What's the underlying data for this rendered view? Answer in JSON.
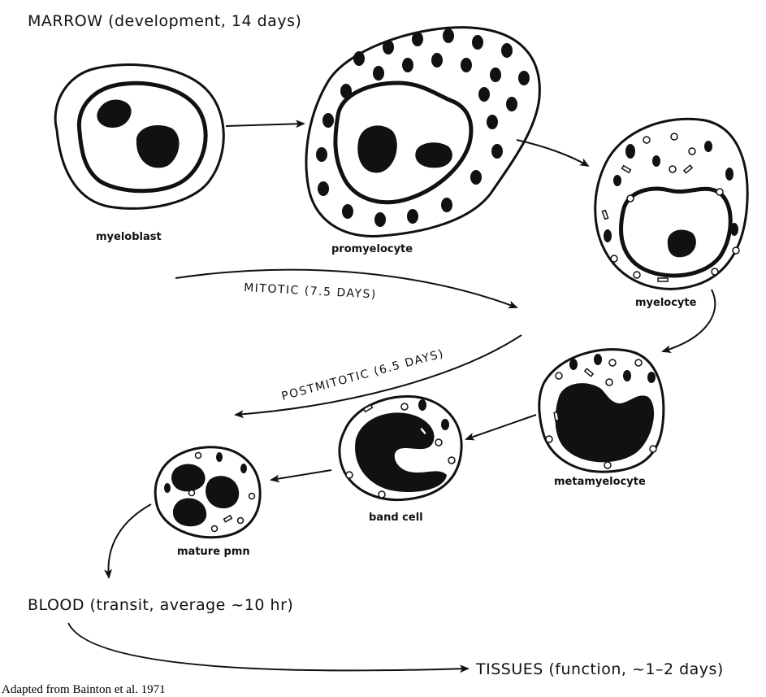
{
  "header": {
    "marrow": "MARROW (development, 14 days)"
  },
  "phases": {
    "mitotic": "MITOTIC (7.5 DAYS)",
    "postmitotic": "POSTMITOTIC (6.5 DAYS)"
  },
  "cells": {
    "myeloblast": "myeloblast",
    "promyelocyte": "promyelocyte",
    "myelocyte": "myelocyte",
    "metamyelocyte": "metamyelocyte",
    "band_cell": "band cell",
    "mature_pmn": "mature pmn"
  },
  "blood": "BLOOD (transit, average ~10 hr)",
  "tissues": "TISSUES (function, ~1–2 days)",
  "caption": "Adapted from Bainton et al. 1971"
}
